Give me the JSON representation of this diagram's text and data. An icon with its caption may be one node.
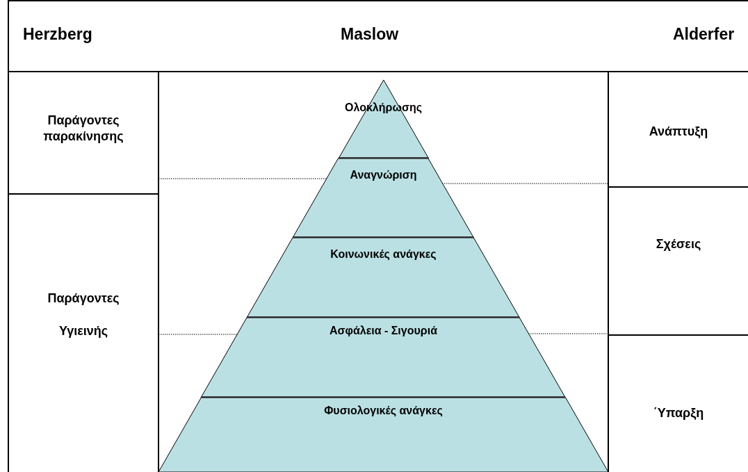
{
  "diagram": {
    "nodes": [
      {
        "text": [
          "Παράγοντες παρακίνησης"
        ]
      },
      {
        "text": [
          "Παράγοντες Υγιεινής"
        ]
      },
      {
        "text": [
          "Ολοκλήρωσης"
        ]
      },
      {
        "text": [
          "Αναγνώριση"
        ]
      },
      {
        "text": [
          "Κοινωνικές ανάγκες"
        ]
      },
      {
        "text": [
          "Ασφάλεια - Σιγουριά"
        ]
      },
      {
        "text": [
          "Φυσιολογικές ανάγκες"
        ]
      },
      {
        "text": [
          "Ανάπτυξη"
        ]
      },
      {
        "text": [
          "Σχέσεις"
        ]
      },
      {
        "text": [
          "΄Υπαρξη"
        ]
      }
    ],
    "labels": [
      "Herzberg",
      "Maslow",
      "Alderfer"
    ]
  }
}
